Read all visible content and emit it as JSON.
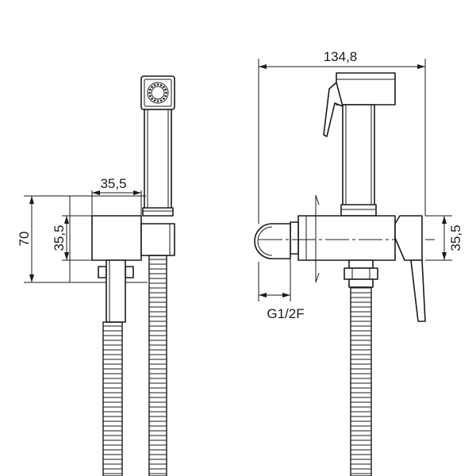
{
  "dimensions": {
    "width_overall": "134,8",
    "box_width": "35,5",
    "box_height_left": "35,5",
    "height_left": "70",
    "height_right": "35,5",
    "thread": "G1/2F"
  }
}
